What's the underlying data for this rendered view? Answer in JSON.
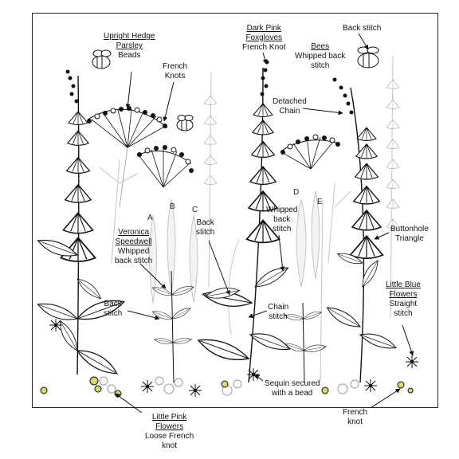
{
  "letters": [
    "A",
    "B",
    "C",
    "D",
    "E"
  ],
  "labels": {
    "upright_hedge_parsley": {
      "name_line1": "Upright Hedge",
      "name_line2": "Parsley",
      "stitch": "Beads"
    },
    "french_knots": {
      "line1": "French",
      "line2": "Knots"
    },
    "dark_pink_foxgloves": {
      "name_line1": "Dark Pink",
      "name_line2": "Foxgloves",
      "stitch": "French Knot"
    },
    "bees": {
      "name": "Bees",
      "stitch_line1": "Whipped back",
      "stitch_line2": "stitch"
    },
    "bees_back_stitch": {
      "text": "Back stitch"
    },
    "detached_chain": {
      "line1": "Detached",
      "line2": "Chain"
    },
    "veronica_speedwell": {
      "name_line1": "Veronica",
      "name_line2": "Speedwell",
      "stitch_line1": "Whipped",
      "stitch_line2": "back stitch"
    },
    "back_stitch_left": {
      "line1": "Back",
      "line2": "stitch"
    },
    "back_stitch_c": {
      "line1": "Back",
      "line2": "stitch"
    },
    "whipped_back_stitch": {
      "line1": "Whipped",
      "line2": "back",
      "line3": "stitch"
    },
    "buttonhole_triangle": {
      "line1": "Buttonhole",
      "line2": "Triangle"
    },
    "chain_stitch": {
      "line1": "Chain",
      "line2": "stitch"
    },
    "little_blue_flowers": {
      "name_line1": "Little Blue",
      "name_line2": "Flowers",
      "stitch_line1": "Straight",
      "stitch_line2": "stitch"
    },
    "sequin": {
      "line1": "Sequin secured",
      "line2": "with a bead"
    },
    "little_pink_flowers": {
      "name_line1": "Little Pink",
      "name_line2": "Flowers",
      "stitch_line1": "Loose French",
      "stitch_line2": "knot"
    },
    "french_knot_bottom": {
      "line1": "French",
      "line2": "knot"
    }
  }
}
